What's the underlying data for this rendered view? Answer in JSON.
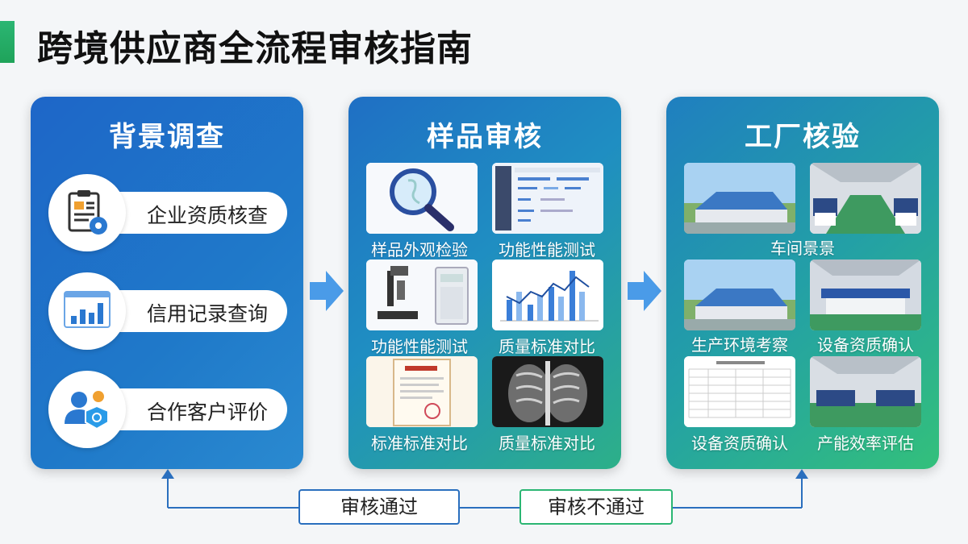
{
  "title": "跨境供应商全流程审核指南",
  "colors": {
    "accent_green": "#2bb673",
    "accent_blue": "#1e66c8",
    "arrow_blue": "#4a9be8"
  },
  "panels": [
    {
      "title": "背景调查",
      "items": [
        {
          "label": "企业资质核查",
          "icon": "document-gear-icon"
        },
        {
          "label": "信用记录查询",
          "icon": "bar-chart-icon"
        },
        {
          "label": "合作客户评价",
          "icon": "users-badge-icon"
        }
      ]
    },
    {
      "title": "样品审核",
      "thumbs": [
        {
          "caption": "样品外观检验",
          "image": "magnifier-image"
        },
        {
          "caption": "功能性能测试",
          "image": "dashboard-image"
        },
        {
          "caption": "功能性能测试",
          "image": "lab-equipment-image"
        },
        {
          "caption": "质量标准对比",
          "image": "bar-line-chart-image"
        },
        {
          "caption": "标准标准对比",
          "image": "certificate-image"
        },
        {
          "caption": "质量标准对比",
          "image": "xray-image"
        }
      ]
    },
    {
      "title": "工厂核验",
      "top_caption": "车间景景",
      "thumbs": [
        {
          "caption": "",
          "image": "factory-exterior-image"
        },
        {
          "caption": "",
          "image": "workshop-image"
        },
        {
          "caption": "生产环境考察",
          "image": "factory-exterior-image"
        },
        {
          "caption": "设备资质确认",
          "image": "production-line-image"
        },
        {
          "caption": "设备资质确认",
          "image": "spreadsheet-image"
        },
        {
          "caption": "产能效率评估",
          "image": "workshop-image"
        }
      ]
    }
  ],
  "feedback": {
    "pass_label": "审核通过",
    "fail_label": "审核不通过"
  }
}
